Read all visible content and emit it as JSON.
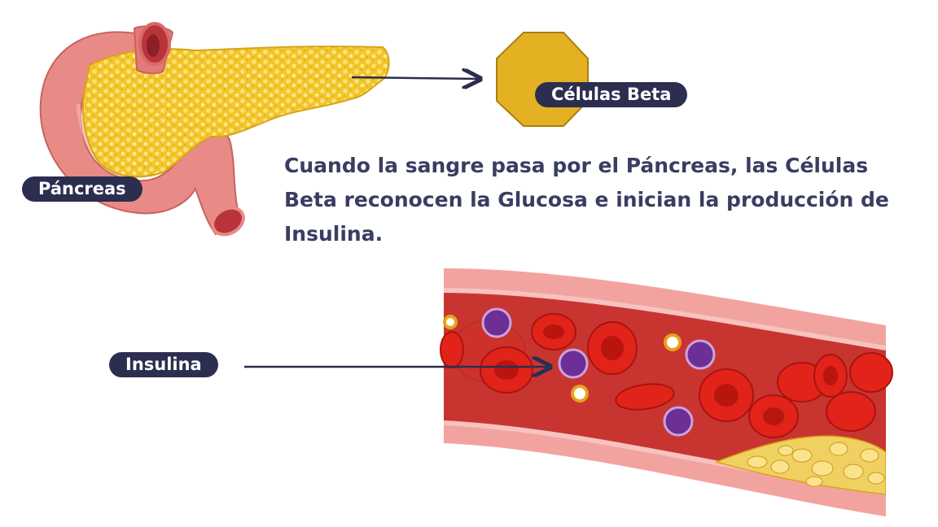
{
  "labels": {
    "pancreas": "Páncreas",
    "beta_cells": "Células Beta",
    "insulin": "Insulina"
  },
  "description": "Cuando la sangre pasa por el Páncreas, las Células Beta reconocen la Glucosa e inician la producción de Insulina.",
  "colors": {
    "label_background": "#2b2e4f",
    "text": "#3a3d62",
    "pancreas_tissue": "#f2c62b",
    "duodenum": "#e88a86",
    "beta_cell": "#e4b122",
    "vessel_wall": "#f2a3a0",
    "blood": "#c83530",
    "red_cell": "#e2231a",
    "insulin_molecule": "#6d2f96",
    "fat_deposit": "#f0d060"
  },
  "icons": [
    "pancreas-illustration",
    "beta-cell-octagon",
    "blood-vessel-illustration",
    "insulin-molecule"
  ]
}
